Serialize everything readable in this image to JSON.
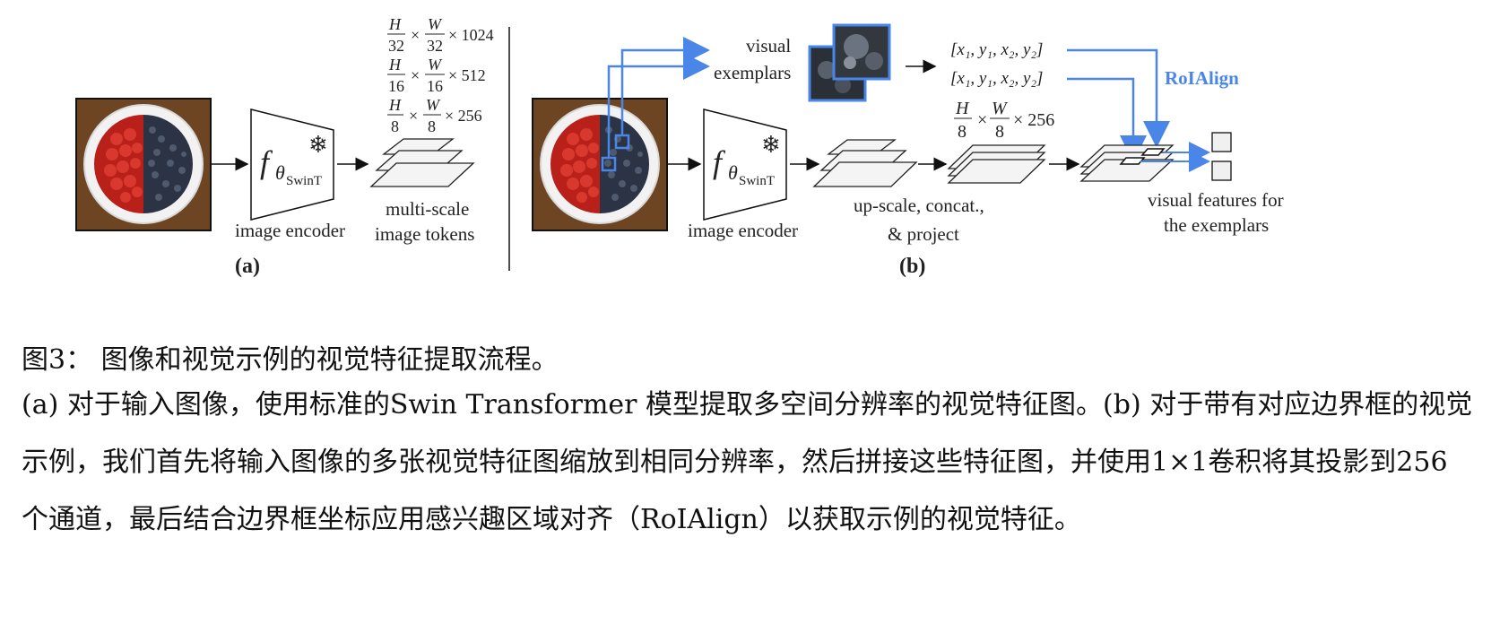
{
  "labels": {
    "encoder_symbol": "f",
    "encoder_theta": "θ",
    "encoder_sub": "SwinT",
    "snowflake": "❄",
    "image_encoder": "image encoder",
    "multi_scale_1": "multi-scale",
    "multi_scale_2": "image tokens",
    "panel_a": "(a)",
    "panel_b": "(b)",
    "visual_1": "visual",
    "visual_2": "exemplars",
    "bbox": "[x₁, y₁, x₂, y₂]",
    "roialign": "RoIAlign",
    "upscale_1": "up-scale, concat.,",
    "upscale_2": "& project",
    "features_1": "visual features for",
    "features_2": "the exemplars",
    "frac_H": "H",
    "frac_W": "W",
    "den_32": "32",
    "den_16": "16",
    "den_8": "8",
    "times": "×",
    "ch_1024": "× 1024",
    "ch_512": "× 512",
    "ch_256": "× 256"
  },
  "caption": {
    "title": "图3： 图像和视觉示例的视觉特征提取流程。",
    "body": "(a) 对于输入图像，使用标准的Swin Transformer 模型提取多空间分辨率的视觉特征图。(b) 对于带有对应边界框的视觉示例，我们首先将输入图像的多张视觉特征图缩放到相同分辨率，然后拼接这些特征图，并使用1×1卷积将其投影到256个通道，最后结合边界框坐标应用感兴趣区域对齐（RoIAlign）以获取示例的视觉特征。"
  },
  "colors": {
    "accent_blue": "#4a86e8",
    "plate_wood": "#8a5a2b",
    "strawberry": "#c0221b",
    "blueberry": "#2a3342"
  }
}
